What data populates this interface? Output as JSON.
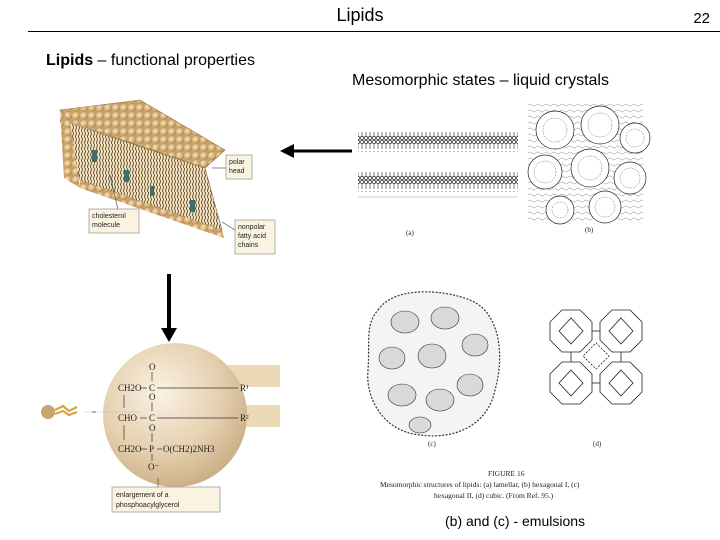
{
  "slide": {
    "title": "Lipids",
    "number": "22"
  },
  "left": {
    "heading_bold": "Lipids",
    "heading_rest": " – functional properties",
    "membrane_labels": {
      "polar_head_1": "polar",
      "polar_head_2": "head",
      "cholesterol_1": "cholesterol",
      "cholesterol_2": "molecule",
      "nonpolar_1": "nonpolar",
      "nonpolar_2": "fatty acid",
      "nonpolar_3": "chains"
    },
    "phospholipid": {
      "row1": "CH2O",
      "row2": "CHO",
      "row3": "CH2O",
      "carbon": "C",
      "o_top": "O",
      "r1": "R¹",
      "r2": "R²",
      "phosphate": "P",
      "ethanolamine": "O(CH2)2NH3",
      "o_minus": "O⁻",
      "enlargement_1": "enlargement of a",
      "enlargement_2": "phosphoacylglycerol"
    }
  },
  "right": {
    "heading": "Mesomorphic states – liquid crystals",
    "panel_labels": {
      "a": "(a)",
      "b": "(b)",
      "c": "(c)",
      "d": "(d)"
    },
    "figure_caption": {
      "line1": "FIGURE 16",
      "line2": "Mesomorphic structures of lipids: (a) lamellar, (b) hexagonal I, (c)",
      "line3": "hexagonal II, (d) cubic. (From Ref. 95.)"
    },
    "note": "(b) and (c) - emulsions"
  }
}
